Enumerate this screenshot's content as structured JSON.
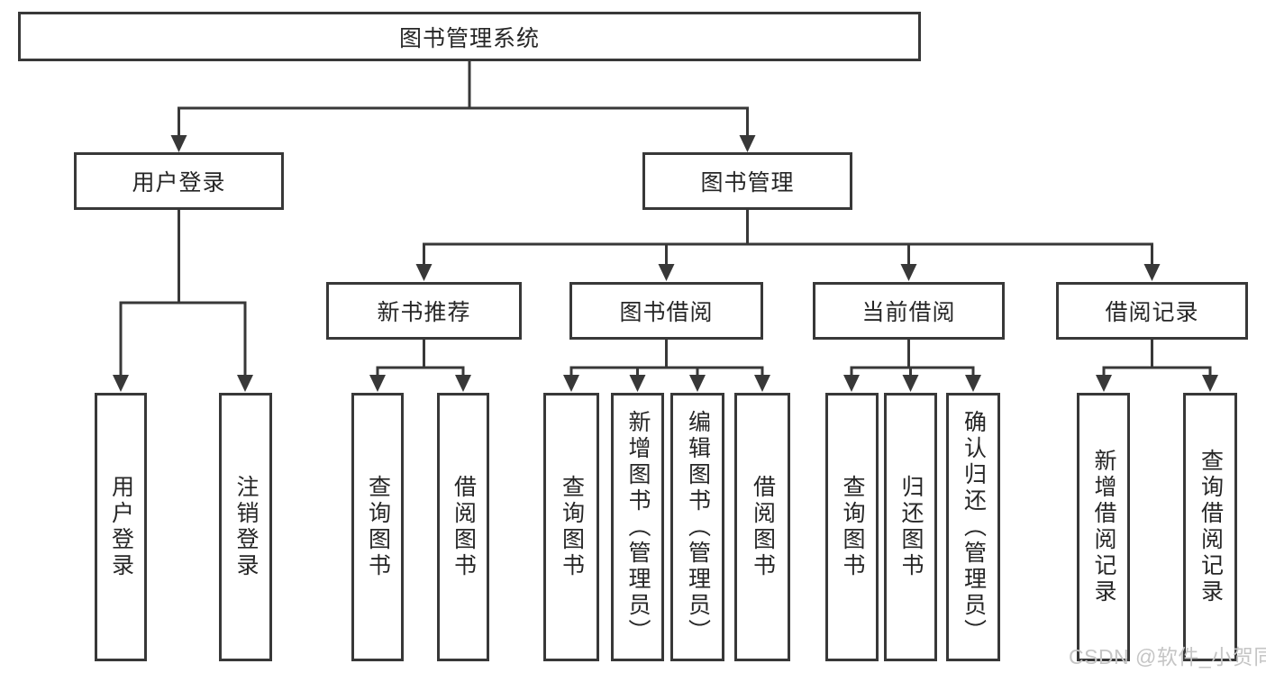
{
  "tree": {
    "label": "图书管理系统",
    "children": [
      {
        "label": "用户登录",
        "children": [
          {
            "label": "用户登录"
          },
          {
            "label": "注销登录"
          }
        ]
      },
      {
        "label": "图书管理",
        "children": [
          {
            "label": "新书推荐",
            "children": [
              {
                "label": "查询图书"
              },
              {
                "label": "借阅图书"
              }
            ]
          },
          {
            "label": "图书借阅",
            "children": [
              {
                "label": "查询图书"
              },
              {
                "label": "新增图书（管理员）"
              },
              {
                "label": "编辑图书（管理员）"
              },
              {
                "label": "借阅图书"
              }
            ]
          },
          {
            "label": "当前借阅",
            "children": [
              {
                "label": "查询图书"
              },
              {
                "label": "归还图书"
              },
              {
                "label": "确认归还（管理员）"
              }
            ]
          },
          {
            "label": "借阅记录",
            "children": [
              {
                "label": "新增借阅记录"
              },
              {
                "label": "查询借阅记录"
              }
            ]
          }
        ]
      }
    ]
  },
  "watermark": {
    "text": "CSDN @软件_小贺同学",
    "color": "#c5c5c5"
  },
  "colors": {
    "line": "#383838",
    "box_border": "#383838",
    "text": "#262626",
    "background": "#ffffff"
  }
}
